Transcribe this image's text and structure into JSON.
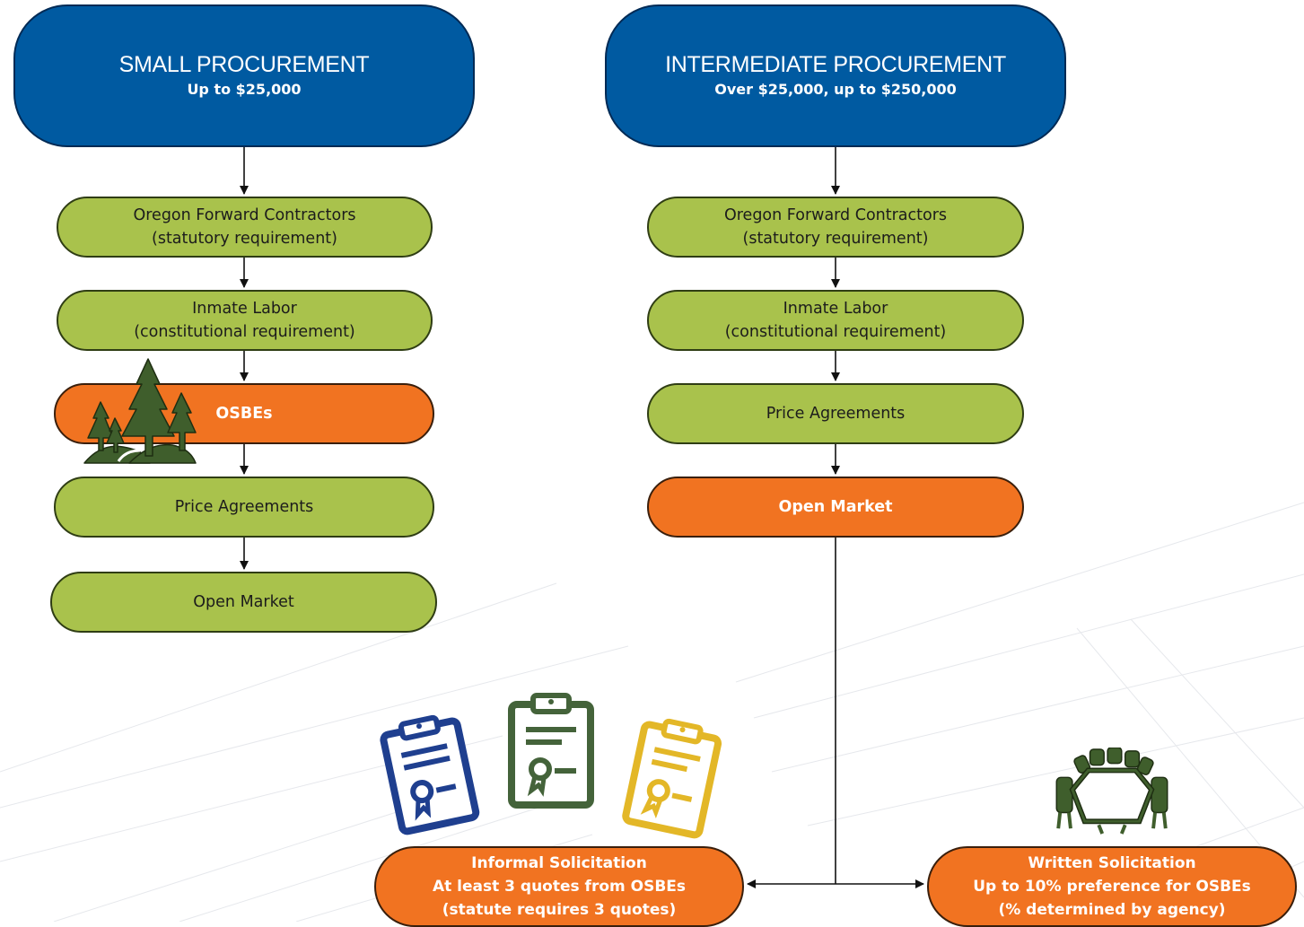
{
  "small": {
    "title": "SMALL PROCUREMENT",
    "subtitle": "Up to $25,000",
    "steps": [
      {
        "line1": "Oregon Forward Contractors",
        "line2": "(statutory requirement)"
      },
      {
        "line1": "Inmate Labor",
        "line2": "(constitutional requirement)"
      },
      {
        "line1": "OSBEs"
      },
      {
        "line1": "Price Agreements"
      },
      {
        "line1": "Open Market"
      }
    ]
  },
  "intermediate": {
    "title": "INTERMEDIATE PROCUREMENT",
    "subtitle": "Over $25,000, up to $250,000",
    "steps": [
      {
        "line1": "Oregon Forward Contractors",
        "line2": "(statutory requirement)"
      },
      {
        "line1": "Inmate Labor",
        "line2": "(constitutional requirement)"
      },
      {
        "line1": "Price Agreements"
      },
      {
        "line1": "Open Market"
      }
    ]
  },
  "outcomes": {
    "informal": {
      "line1": "Informal Solicitation",
      "line2": "At least 3 quotes from OSBEs",
      "line3": "(statute requires 3 quotes)"
    },
    "written": {
      "line1": "Written Solicitation",
      "line2": "Up to 10% preference for OSBEs",
      "line3": "(% determined by agency)"
    }
  },
  "icons": [
    "trees-icon",
    "clipboard-blue-icon",
    "clipboard-green-icon",
    "clipboard-yellow-icon",
    "conference-table-icon"
  ],
  "colors": {
    "header": "#005aa1",
    "green": "#a9c24c",
    "orange": "#f17321",
    "tree": "#3f5e2c",
    "clip_blue": "#1f3f8f",
    "clip_green": "#44633a",
    "clip_yellow": "#e3b727"
  }
}
